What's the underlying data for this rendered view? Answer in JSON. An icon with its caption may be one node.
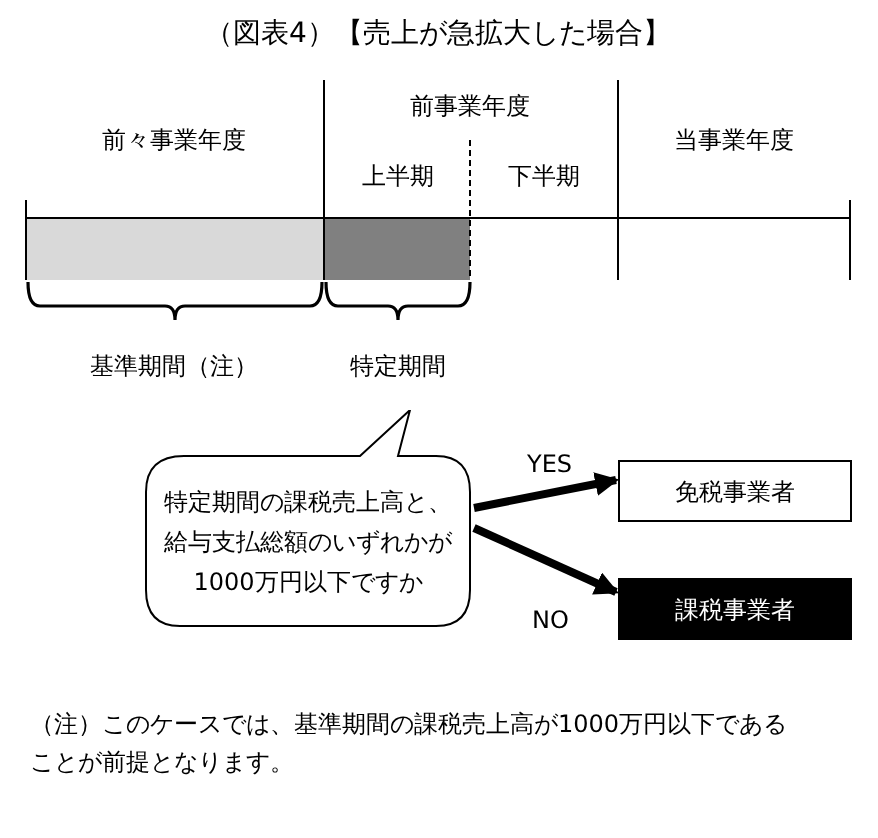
{
  "diagram": {
    "title": "（図表4）【売上が急拡大した場合】",
    "nodes": [
      {
        "text": [
          "特定期間の課税売上高と、給与支払総額のいずれかが1000万円以下ですか"
        ]
      },
      {
        "text": [
          "免税事業者"
        ]
      },
      {
        "text": [
          "課税事業者"
        ]
      }
    ],
    "edges": [
      {
        "from": 0,
        "to": 1,
        "arrow": "to",
        "label": "YES"
      },
      {
        "from": 0,
        "to": 2,
        "arrow": "to",
        "label": "NO"
      }
    ],
    "labels": [
      "前事業年度",
      "前々事業年度",
      "上半期",
      "下半期",
      "当事業年度",
      "基準期間（注）",
      "特定期間",
      "（注）このケースでは、基準期間の課税売上高が1000万円以下であることが前提となります。"
    ]
  }
}
